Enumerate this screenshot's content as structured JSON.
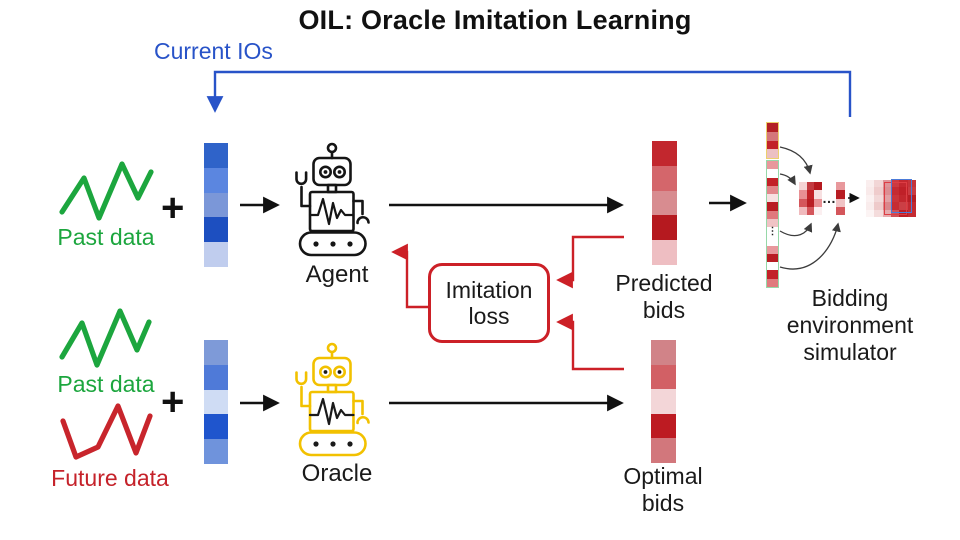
{
  "title": "OIL: Oracle Imitation Learning",
  "labels": {
    "current_ios": "Current IOs",
    "past_data_top": "Past data",
    "past_data_bottom": "Past data",
    "future_data": "Future data",
    "agent": "Agent",
    "oracle": "Oracle",
    "imitation_loss": "Imitation loss",
    "predicted_bids": "Predicted bids",
    "optimal_bids": "Optimal bids",
    "simulator": "Bidding environment simulator",
    "plus": "+",
    "hdots": "…",
    "vdots": "⋮"
  },
  "colors": {
    "accent_blue": "#2853c8",
    "accent_green": "#1ca63e",
    "accent_red": "#cc2027",
    "oracle_yellow": "#f2c100",
    "ink": "#111111"
  },
  "heatmaps": {
    "agent_input": [
      "#2f63c9",
      "#5b86e0",
      "#7b97d8",
      "#1d4fc0",
      "#c0cdee"
    ],
    "oracle_input": [
      "#7e9ad8",
      "#4f7ad8",
      "#cfdcf4",
      "#1f55cd",
      "#6f93dc"
    ],
    "predicted_bids": [
      "#c2272e",
      "#d4666b",
      "#d88c90",
      "#b5191f",
      "#eebec2"
    ],
    "optimal_bids": [
      "#d18388",
      "#d26065",
      "#f3d6d8",
      "#bd1b22",
      "#d2777c"
    ],
    "sim_state_top": [
      "#b32025",
      "#d4767a",
      "#c22228",
      "#ecc0c2"
    ],
    "sim_state_main": [
      "#e8989c",
      "#ffffff",
      "#c22228",
      "#e2878b",
      "#f7e0e1",
      "#b81d23",
      "#e0797d",
      "#f0c3c5",
      "dots",
      "#ffffff",
      "#e8989c",
      "#b81d23",
      "#ffffff",
      "#c22228",
      "#e0797d"
    ],
    "sim_grid": [
      [
        "#f5d3d4",
        "#c23a40",
        "#b5191f"
      ],
      [
        "#e89094",
        "#c22228",
        "#f7e0e1"
      ],
      [
        "#d4565b",
        "#b81d23",
        "#e89094"
      ],
      [
        "#f0babd",
        "#d4565b",
        "#fbeff0"
      ]
    ],
    "sim_narrow": [
      "#e8989c",
      "#b81d23",
      "#f0c3c5",
      "#d4565b"
    ],
    "sim_output": [
      [
        "#faeeee",
        "#f2d6d6",
        "#df9599",
        "#cc3a40",
        "#c42830",
        "#c6343a"
      ],
      [
        "#f9eaea",
        "#efcccc",
        "#dc8e92",
        "#c52b32",
        "#bf2028",
        "#cb3b41"
      ],
      [
        "#fbf1f1",
        "#f2d8d8",
        "#e2a1a4",
        "#ca343a",
        "#c2272e",
        "#b81d23"
      ],
      [
        "#f9ecec",
        "#eecaca",
        "#da878b",
        "#c62d34",
        "#cb3f45",
        "#c3282f"
      ],
      [
        "#fcf4f4",
        "#f4dcdc",
        "#e6abae",
        "#d05258",
        "#bd1f26",
        "#c42b32"
      ]
    ]
  }
}
